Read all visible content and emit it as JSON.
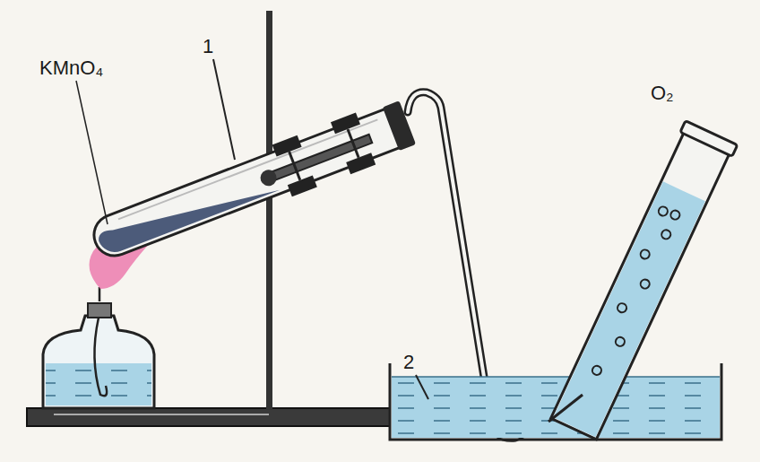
{
  "diagram": {
    "labels": [
      "KMnO₄",
      "1",
      "2",
      "O₂"
    ]
  }
}
